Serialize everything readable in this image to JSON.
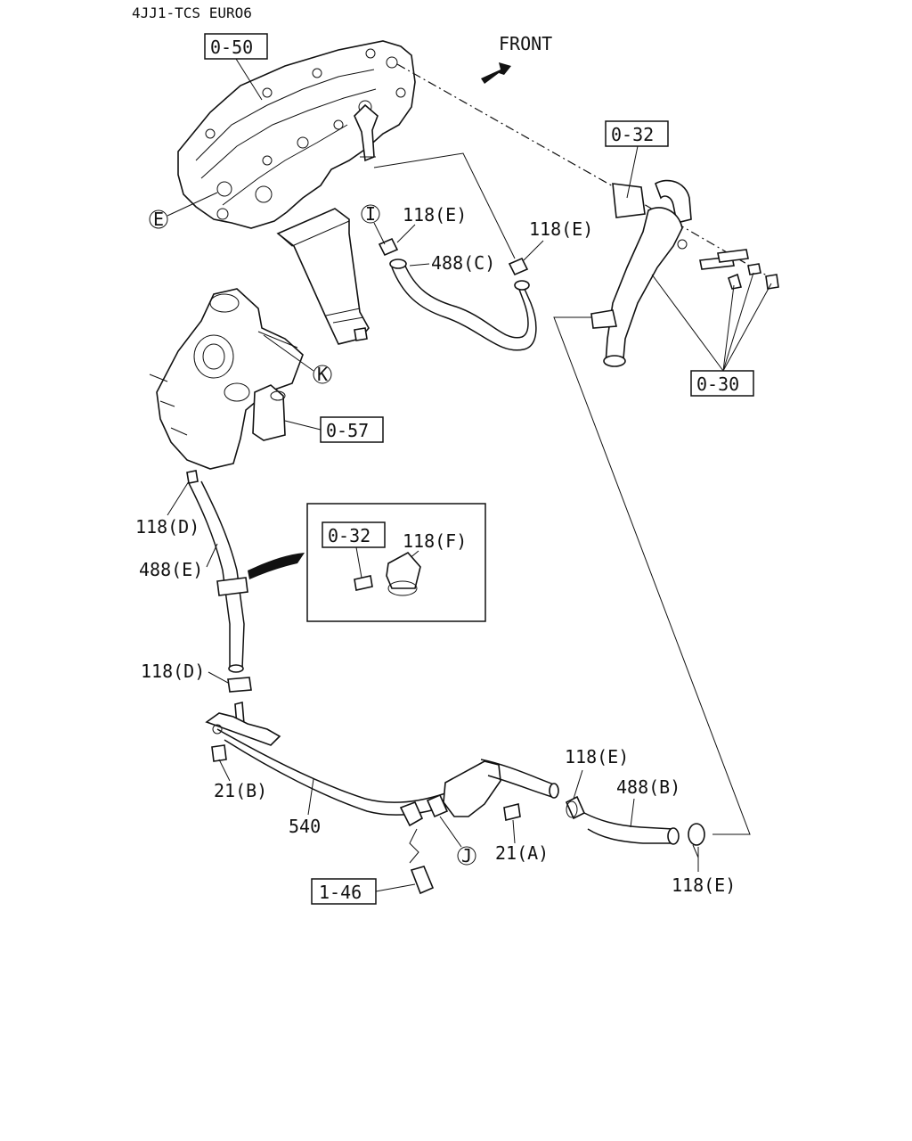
{
  "title": "4JJ1-TCS EURO6",
  "front_label": "FRONT",
  "refs": {
    "r_050": "0-50",
    "r_032_top": "0-32",
    "r_030": "0-30",
    "r_057": "0-57",
    "r_032_inset": "0-32",
    "r_146": "1-46"
  },
  "callouts": {
    "E": "E",
    "I": "I",
    "K": "K",
    "J": "J"
  },
  "labels": {
    "p118e_a": "118(E)",
    "p118e_b": "118(E)",
    "p488c": "488(C)",
    "p118d_a": "118(D)",
    "p488e": "488(E)",
    "p118f": "118(F)",
    "p118d_b": "118(D)",
    "p118e_c": "118(E)",
    "p488b": "488(B)",
    "p21b": "21(B)",
    "p540": "540",
    "p21a": "21(A)",
    "p118e_d": "118(E)"
  }
}
